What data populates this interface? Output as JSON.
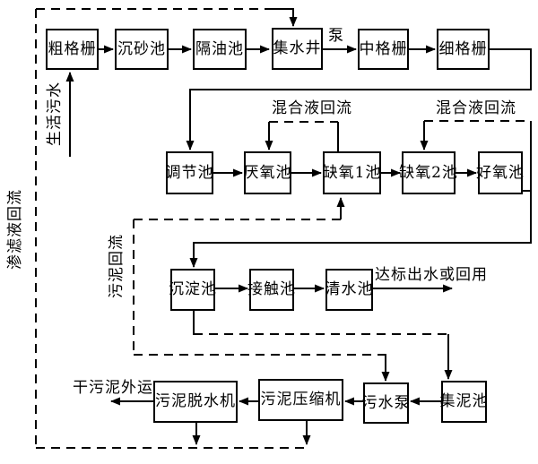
{
  "figure": {
    "background_color": "#ffffff",
    "line_color": "#000000",
    "nodes": {
      "coarse_screen": {
        "label": "粗格栅"
      },
      "grit_chamber": {
        "label": "沉砂池"
      },
      "oil_separator": {
        "label": "隔油池"
      },
      "collection_well": {
        "label": "集水井"
      },
      "medium_screen": {
        "label": "中格栅"
      },
      "fine_screen": {
        "label": "细格栅"
      },
      "regulating_tank": {
        "label": "调节池"
      },
      "anaerobic_tank": {
        "label": "厌氧池"
      },
      "anoxic_tank_1": {
        "label": "缺氧1池"
      },
      "anoxic_tank_2": {
        "label": "缺氧2池"
      },
      "aerobic_tank": {
        "label": "好氧池"
      },
      "sedimentation_tank": {
        "label": "沉淀池"
      },
      "contact_tank": {
        "label": "接触池"
      },
      "clean_water_tank": {
        "label": "清水池"
      },
      "sludge_dewatering_machine": {
        "label": "污泥脱水机"
      },
      "sludge_compressor": {
        "label": "污泥压缩机"
      },
      "sewage_pump": {
        "label": "污水泵"
      },
      "sludge_collection_tank": {
        "label": "集泥池"
      }
    },
    "labels": {
      "pump": "泵",
      "domestic_sewage": "生活污水",
      "leachate_return": "渗滤液回流",
      "sludge_return": "污泥回流",
      "mixed_liquor_return_1": "混合液回流",
      "mixed_liquor_return_2": "混合液回流",
      "effluent": "达标出水或回用",
      "dry_sludge_out": "干污泥外运"
    }
  }
}
